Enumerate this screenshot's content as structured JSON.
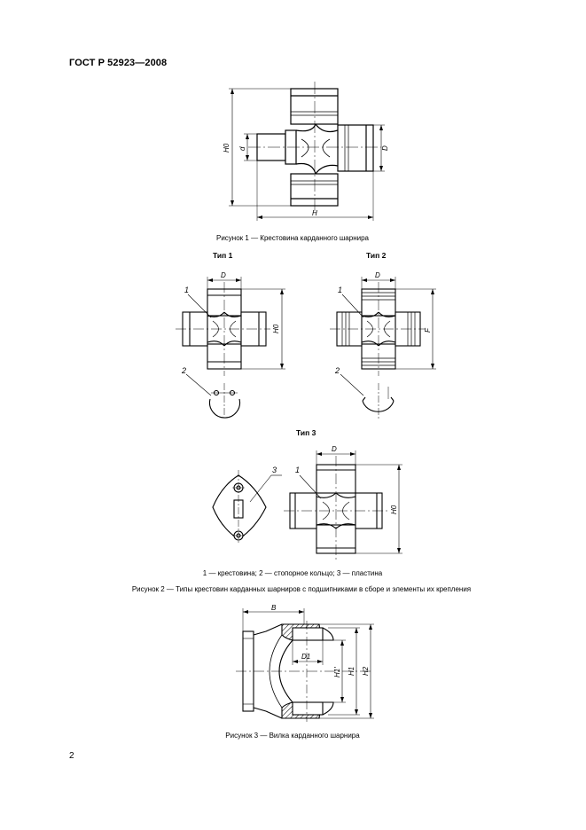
{
  "document": {
    "header": "ГОСТ Р 52923—2008",
    "page_number": "2"
  },
  "figure1": {
    "caption": "Рисунок 1 — Крестовина карданного шарнира",
    "dims": {
      "h0": "H0",
      "d_small": "d",
      "d_big": "D",
      "h": "H"
    }
  },
  "figure2": {
    "type1_label": "Тип 1",
    "type2_label": "Тип 2",
    "type3_label": "Тип 3",
    "dims": {
      "d": "D",
      "h0": "H0",
      "f": "F"
    },
    "callouts": {
      "c1": "1",
      "c2": "2",
      "c3": "3"
    },
    "legend": "1 — крестовина; 2 — стопорное кольцо; 3 — пластина",
    "caption": "Рисунок 2 — Типы крестовин карданных шарниров с подшипниками в сборе и элементы их крепления"
  },
  "figure3": {
    "caption": "Рисунок 3 — Вилка карданного шарнира",
    "dims": {
      "b": "B",
      "d1": "D1",
      "h1p": "H1'",
      "h1": "H1",
      "h2": "H2"
    }
  }
}
